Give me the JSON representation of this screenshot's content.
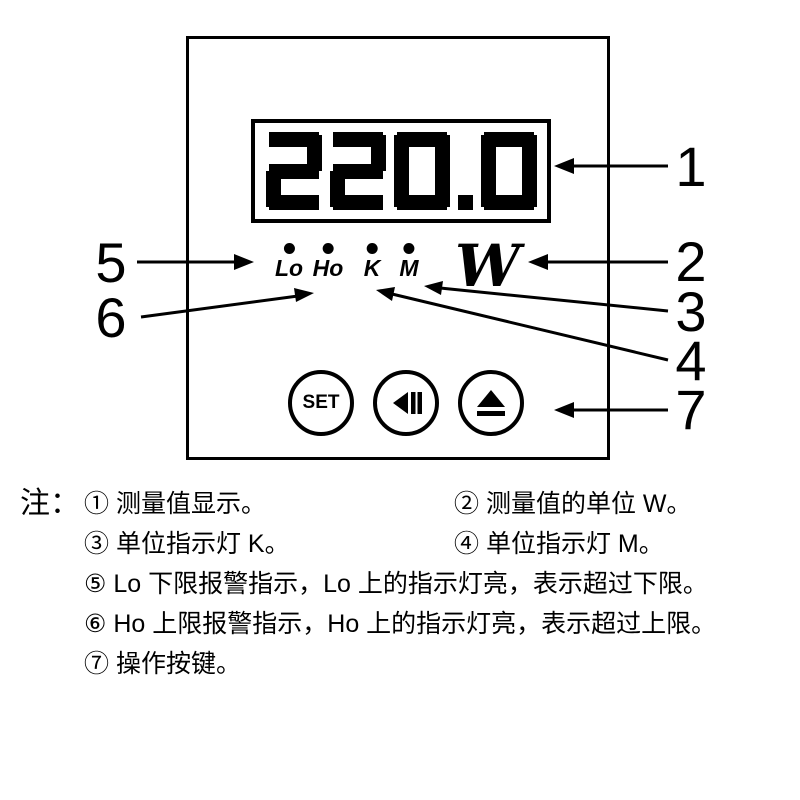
{
  "device": {
    "display": {
      "value": "220.0"
    },
    "indicators": [
      {
        "label": "Lo"
      },
      {
        "label": "Ho"
      },
      {
        "label": "K"
      },
      {
        "label": "M"
      }
    ],
    "unit": "W",
    "buttons": [
      {
        "label": "SET"
      },
      {
        "icon": "step-back-icon"
      },
      {
        "icon": "eject-icon"
      }
    ]
  },
  "callouts": [
    "1",
    "2",
    "3",
    "4",
    "5",
    "6",
    "7"
  ],
  "notes": {
    "prefix": "注：",
    "items": [
      "① 测量值显示。",
      "② 测量值的单位 W。",
      "③ 单位指示灯 K。",
      "④ 单位指示灯 M。",
      "⑤ Lo 下限报警指示，Lo 上的指示灯亮，表示超过下限。",
      "⑥ Ho 上限报警指示，Ho 上的指示灯亮，表示超过上限。",
      "⑦ 操作按键。"
    ]
  }
}
